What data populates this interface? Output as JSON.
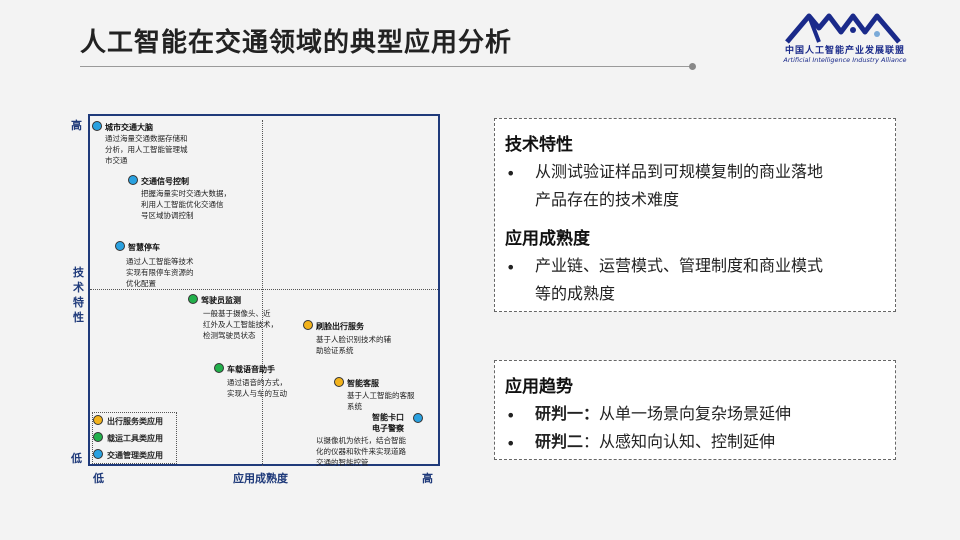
{
  "title": "人工智能在交通领域的典型应用分析",
  "logo": {
    "cn": "中国人工智能产业发展联盟",
    "en": "Artificial Intelligence Industry Alliance"
  },
  "chart": {
    "y_axis": {
      "high": "高",
      "label_1": "技",
      "label_2": "术",
      "label_3": "特",
      "label_4": "性",
      "low": "低"
    },
    "x_axis": {
      "low": "低",
      "label": "应用成熟度",
      "high": "高"
    },
    "items": [
      {
        "name": "城市交通大脑",
        "desc": [
          "通过海量交通数据存储和",
          "分析，用人工智能管理城",
          "市交通"
        ],
        "color": "#2aa1e0"
      },
      {
        "name": "交通信号控制",
        "desc": [
          "把握海量实时交通大数据，",
          "利用人工智能优化交通信",
          "号区域协调控制"
        ],
        "color": "#2aa1e0"
      },
      {
        "name": "智慧停车",
        "desc": [
          "通过人工智能等技术",
          "实现有限停车资源的",
          "优化配置"
        ],
        "color": "#2aa1e0"
      },
      {
        "name": "驾驶员监测",
        "desc": [
          "一般基于摄像头、近",
          "红外及人工智能技术，",
          "检测驾驶员状态"
        ],
        "color": "#22b04b"
      },
      {
        "name": "刷脸出行服务",
        "desc": [
          "基于人脸识别技术的辅",
          "助验证系统"
        ],
        "color": "#f2b21b"
      },
      {
        "name": "车载语音助手",
        "desc": [
          "通过语音的方式，",
          "实现人与车的互动"
        ],
        "color": "#22b04b"
      },
      {
        "name": "智能客服",
        "desc": [
          "基于人工智能的客服",
          "系统"
        ],
        "color": "#f2b21b"
      },
      {
        "name_1": "智能卡口",
        "name_2": "电子警察",
        "desc": [
          "以摄像机为依托，结合智能",
          "化的仪器和软件来实现道路",
          "交通的智能控管"
        ],
        "color": "#2aa1e0"
      }
    ],
    "legend": [
      {
        "label": "出行服务类应用",
        "color": "#f2b21b"
      },
      {
        "label": "载运工具类应用",
        "color": "#22b04b"
      },
      {
        "label": "交通管理类应用",
        "color": "#2aa1e0"
      }
    ]
  },
  "box1": {
    "h1": "技术特性",
    "b1_line1": "从测试验证样品到可规模复制的商业落地",
    "b1_line2": "产品存在的技术难度",
    "h2": "应用成熟度",
    "b2_line1": "产业链、运营模式、管理制度和商业模式",
    "b2_line2": "等的成熟度",
    "bullet": "•"
  },
  "box2": {
    "h": "应用趋势",
    "j1_bold": "研判一：",
    "j1_text": "从单一场景向复杂场景延伸",
    "j2_bold": "研判二",
    "j2_text": "：从感知向认知、控制延伸",
    "bullet": "•"
  }
}
